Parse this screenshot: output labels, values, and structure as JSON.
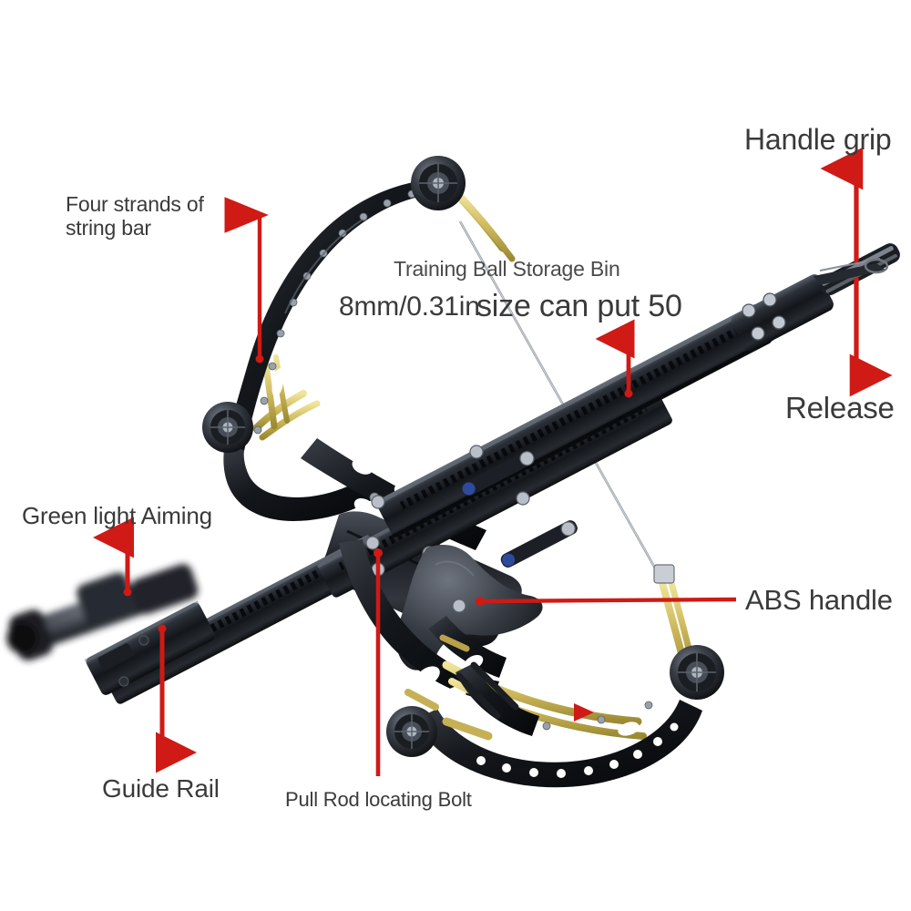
{
  "image": {
    "subject": "compound bow slingshot with rail, scope and release",
    "background_color": "#ffffff",
    "annotation_color": "#cf1a16",
    "text_color": "#3a3a3a"
  },
  "annotations": [
    {
      "id": "four-strands",
      "label_line1": "Four strands of",
      "label_line2": "string bar",
      "arrow": "elbow-left"
    },
    {
      "id": "training-bin-title",
      "label": "Training Ball Storage Bin",
      "arrow": "none"
    },
    {
      "id": "ball-size",
      "label": "8mm/0.31in",
      "arrow": "none"
    },
    {
      "id": "ball-capacity",
      "label": "size can put 50",
      "arrow": "up"
    },
    {
      "id": "handle-grip",
      "label": "Handle grip",
      "arrow": "up"
    },
    {
      "id": "release",
      "label": "Release",
      "arrow": "down"
    },
    {
      "id": "abs-handle",
      "label": "ABS handle",
      "arrow": "line-left"
    },
    {
      "id": "green-light-aiming",
      "label": "Green light Aiming",
      "arrow": "up"
    },
    {
      "id": "guide-rail",
      "label": "Guide Rail",
      "arrow": "down"
    },
    {
      "id": "pull-rod-bolt",
      "label": "Pull Rod locating Bolt",
      "arrow": "up-line"
    }
  ],
  "parts": {
    "upper_limb": "curved skeletal black bow limb",
    "lower_limb": "curved skeletal black bow limb",
    "cams": "four black pulley cams",
    "cables": "yellow-gold bow cables",
    "string": "thin gray bow string",
    "rail": "serrated black guide rail barrel",
    "scope": "black aiming scope",
    "grip": "black ABS pistol grip",
    "rail_accents": "#2d4a9c"
  }
}
